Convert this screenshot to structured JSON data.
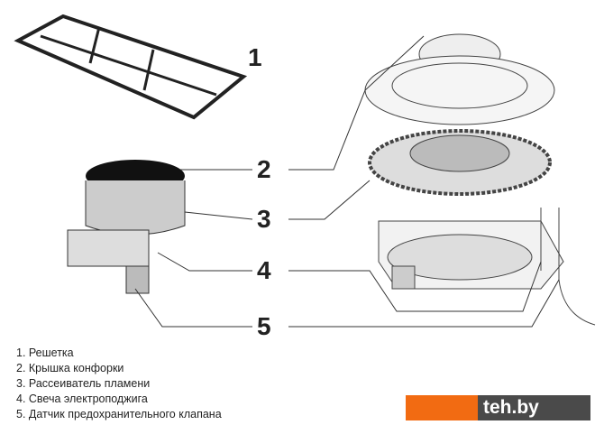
{
  "callouts": [
    "1",
    "2",
    "3",
    "4",
    "5"
  ],
  "legend": [
    "1. Решетка",
    "2. Крышка конфорки",
    "3. Рассеиватель пламени",
    "4. Свеча электроподжига",
    "5. Датчик предохранительного клапана"
  ],
  "logo": {
    "text": "teh.by",
    "orange": "#f26b12",
    "gray": "#4a4a4a"
  }
}
